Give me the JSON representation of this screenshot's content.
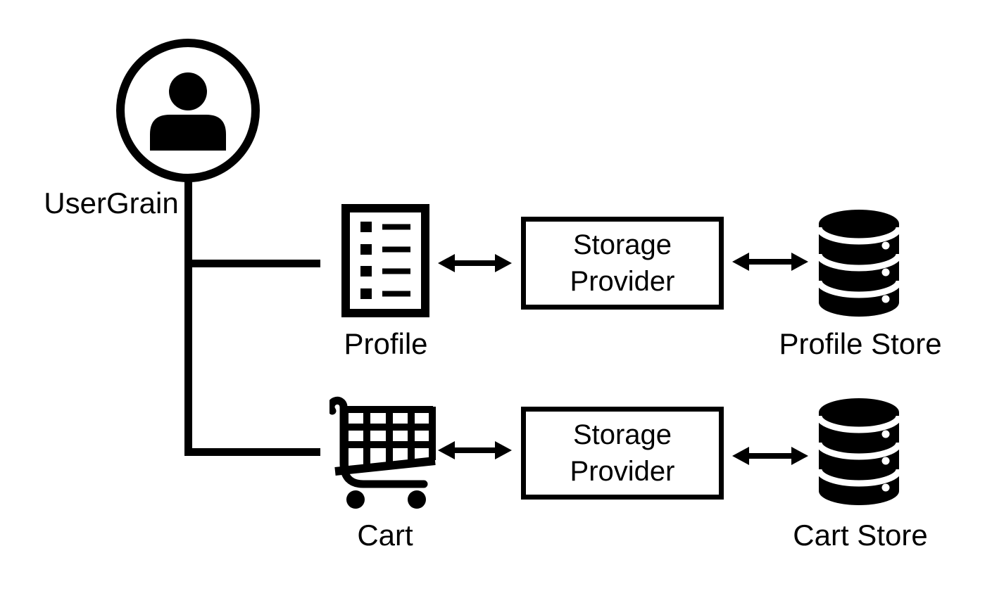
{
  "colors": {
    "ink": "#000000",
    "background": "#ffffff"
  },
  "diagram": {
    "root": {
      "label": "UserGrain",
      "icon": "user-circle-icon"
    },
    "branches": [
      {
        "grain_label": "Profile",
        "grain_icon": "list-document-icon",
        "provider_line1": "Storage",
        "provider_line2": "Provider",
        "store_label": "Profile Store",
        "store_icon": "database-icon",
        "connectors": [
          "double-headed-arrow",
          "double-headed-arrow"
        ]
      },
      {
        "grain_label": "Cart",
        "grain_icon": "shopping-cart-icon",
        "provider_line1": "Storage",
        "provider_line2": "Provider",
        "store_label": "Cart Store",
        "store_icon": "database-icon",
        "connectors": [
          "double-headed-arrow",
          "double-headed-arrow"
        ]
      }
    ]
  }
}
